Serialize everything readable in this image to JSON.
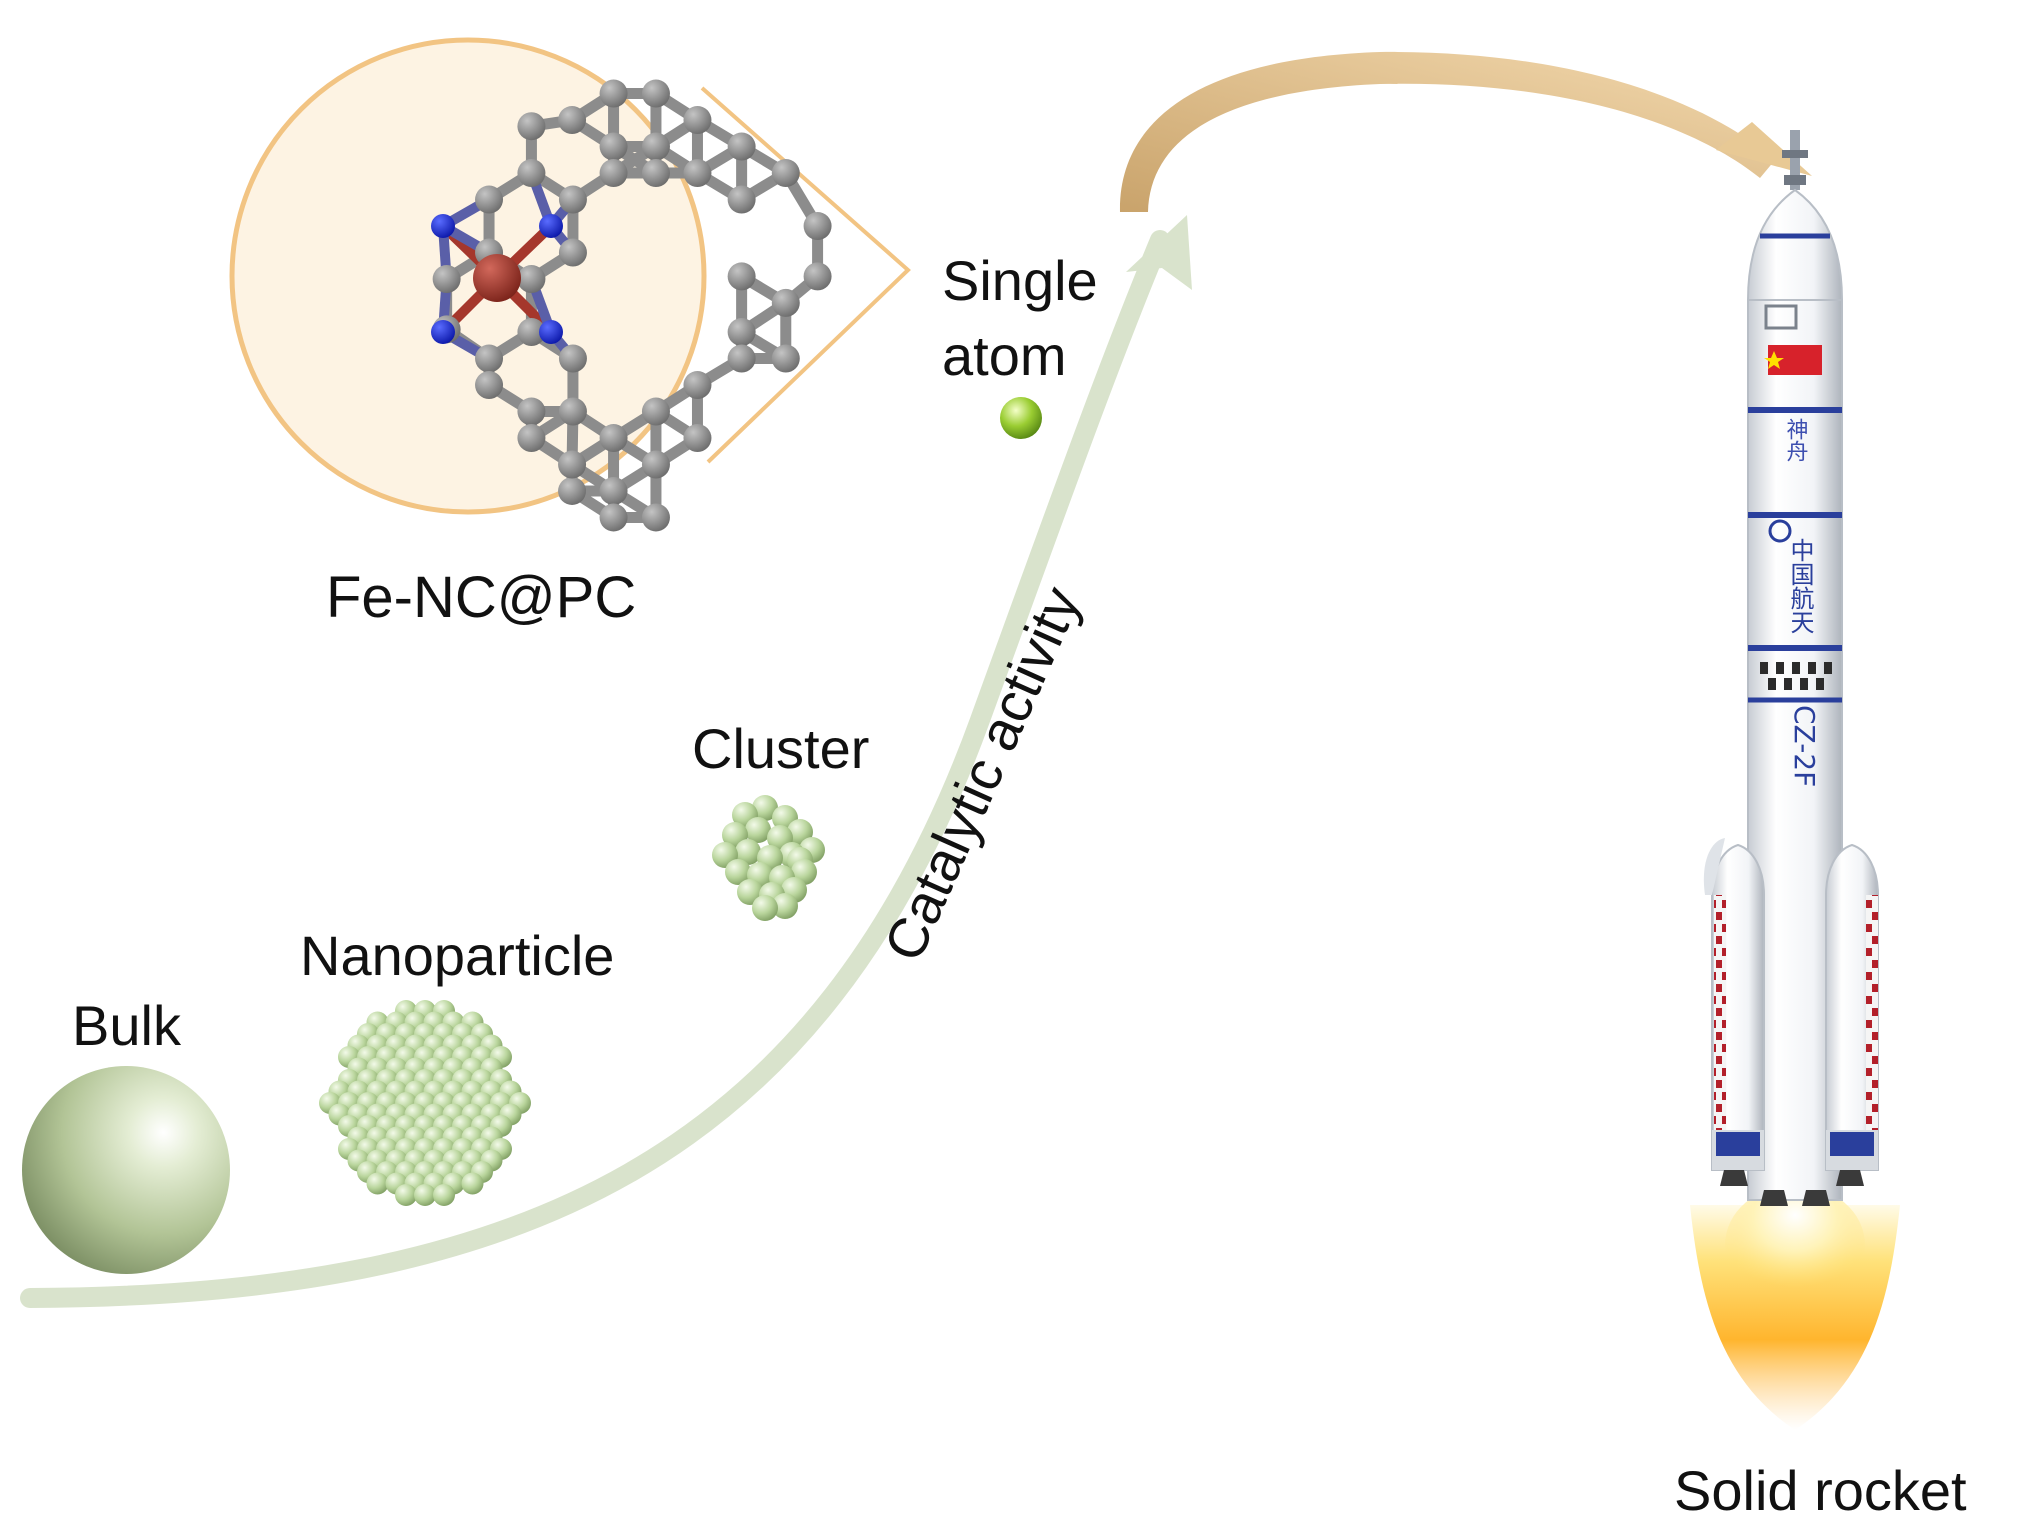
{
  "labels": {
    "bulk": "Bulk",
    "nanoparticle": "Nanoparticle",
    "cluster": "Cluster",
    "single_atom_line1": "Single",
    "single_atom_line2": "atom",
    "fe_nc": "Fe-NC@PC",
    "catalytic_activity": "Catalytic activity",
    "solid_rocket": "Solid rocket"
  },
  "rocket": {
    "marking_cn_top": "神舟",
    "marking_cn_agency": "中国航天",
    "marking_model": "CZ-2F"
  },
  "colors": {
    "activity_arrow": "#d9e3cc",
    "transfer_arrow": "#dbbf8e",
    "material_green": "#b9d59c",
    "single_atom": "#9acd32",
    "carbon_atom": "#8c8c8c",
    "nitrogen_atom": "#1f2fd6",
    "iron_atom": "#a5372c",
    "zoom_circle_fill": "#fdf3e3",
    "zoom_circle_stroke": "#f2c483"
  }
}
